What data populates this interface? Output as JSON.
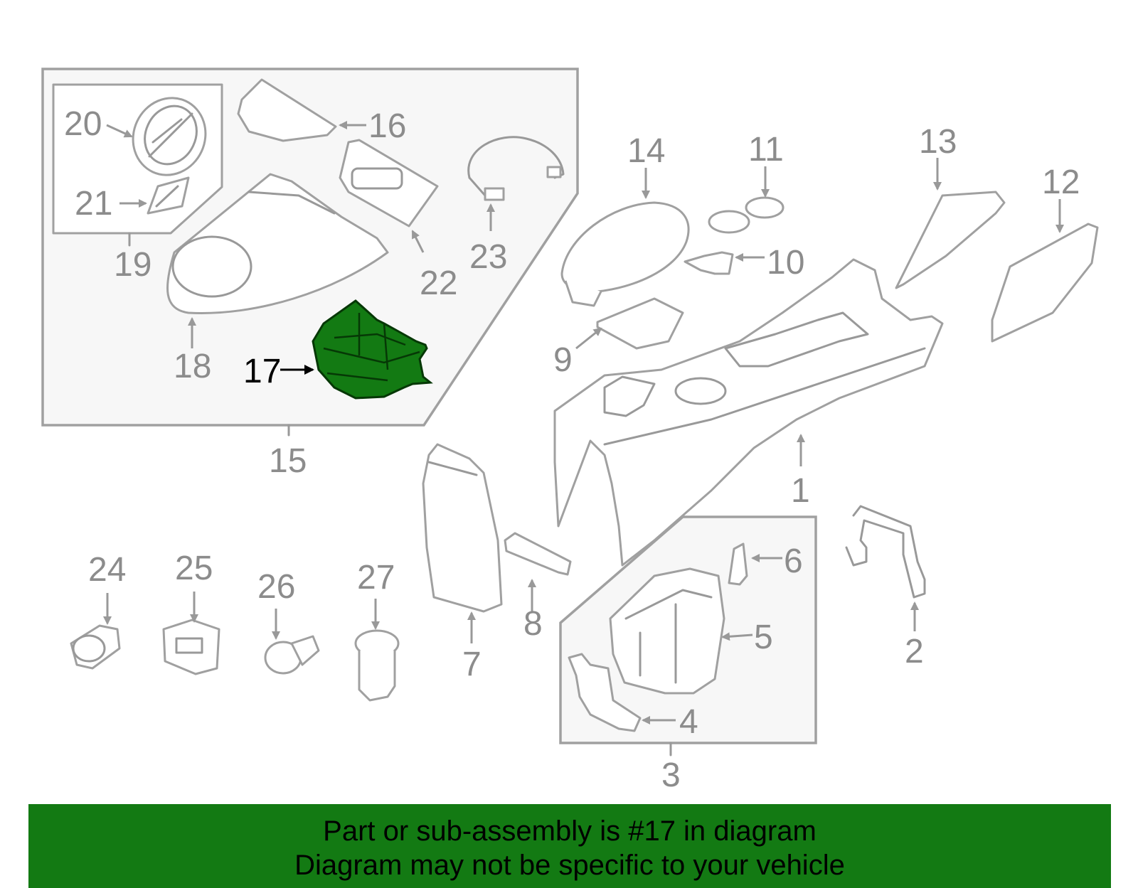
{
  "diagram": {
    "highlighted_part": "17",
    "highlight_color": "#137a13",
    "callouts": {
      "c1": "1",
      "c2": "2",
      "c3": "3",
      "c4": "4",
      "c5": "5",
      "c6": "6",
      "c7": "7",
      "c8": "8",
      "c9": "9",
      "c10": "10",
      "c11": "11",
      "c12": "12",
      "c13": "13",
      "c14": "14",
      "c15": "15",
      "c16": "16",
      "c17": "17",
      "c18": "18",
      "c19": "19",
      "c20": "20",
      "c21": "21",
      "c22": "22",
      "c23": "23",
      "c24": "24",
      "c25": "25",
      "c26": "26",
      "c27": "27"
    }
  },
  "banner": {
    "line1": "Part or sub-assembly is #17 in diagram",
    "line2": "Diagram may not be specific to your vehicle",
    "color": "#137a13"
  }
}
